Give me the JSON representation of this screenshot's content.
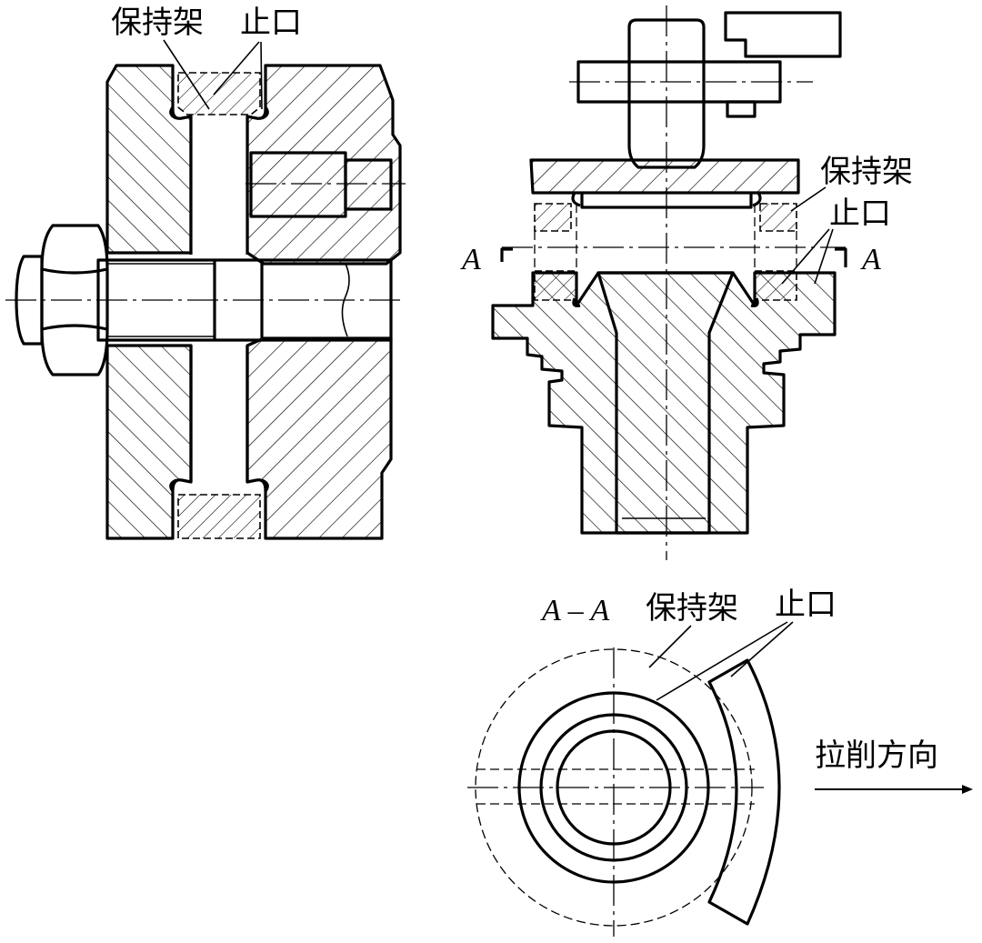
{
  "labels": {
    "cage": "保持架",
    "stop": "止口",
    "section_mark": "A",
    "section_view": "A – A",
    "broach_dir": "拉削方向"
  }
}
